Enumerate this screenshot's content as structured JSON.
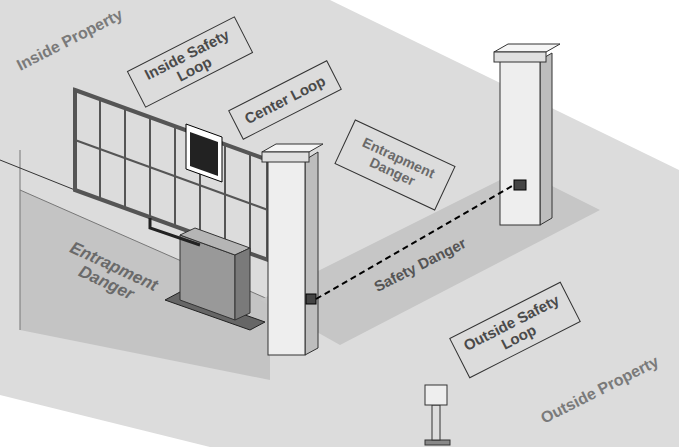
{
  "diagram": {
    "labels": [
      "Inside Property",
      "Inside Safety Loop",
      "Center Loop",
      "Entrapment Danger",
      "Entrapment Danger",
      "Safety Danger",
      "Outside Safety Loop",
      "Outside Property"
    ]
  }
}
